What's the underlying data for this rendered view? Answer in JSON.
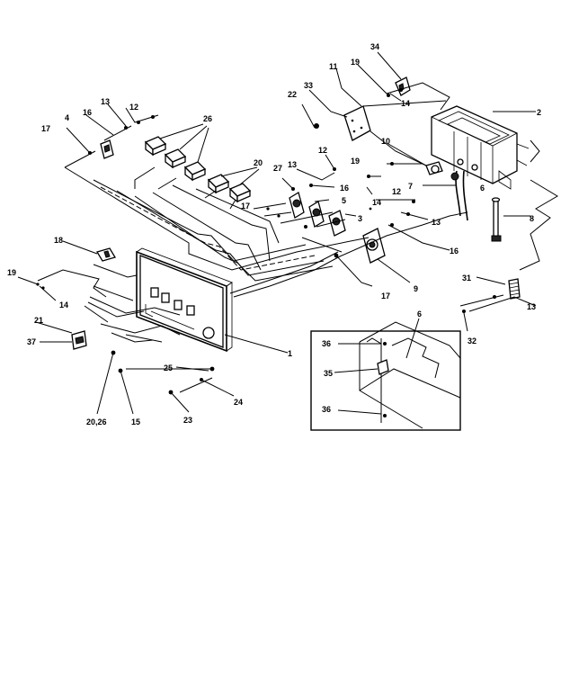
{
  "callouts": [
    {
      "id": "c34",
      "text": "34"
    },
    {
      "id": "c19a",
      "text": "19"
    },
    {
      "id": "c14a",
      "text": "14"
    },
    {
      "id": "c11",
      "text": "11"
    },
    {
      "id": "c33",
      "text": "33"
    },
    {
      "id": "c22a",
      "text": "22"
    },
    {
      "id": "c2",
      "text": "2"
    },
    {
      "id": "c10",
      "text": "10"
    },
    {
      "id": "c13a",
      "text": "13"
    },
    {
      "id": "c12a",
      "text": "12"
    },
    {
      "id": "c16a",
      "text": "16"
    },
    {
      "id": "c4",
      "text": "4"
    },
    {
      "id": "c17a",
      "text": "17"
    },
    {
      "id": "c26",
      "text": "26"
    },
    {
      "id": "c12b",
      "text": "12"
    },
    {
      "id": "c13b",
      "text": "13"
    },
    {
      "id": "c27",
      "text": "27"
    },
    {
      "id": "c16b",
      "text": "16"
    },
    {
      "id": "c5",
      "text": "5"
    },
    {
      "id": "c19b",
      "text": "19"
    },
    {
      "id": "c20",
      "text": "20"
    },
    {
      "id": "c17b",
      "text": "17"
    },
    {
      "id": "c3",
      "text": "3"
    },
    {
      "id": "c14b",
      "text": "14"
    },
    {
      "id": "c7",
      "text": "7"
    },
    {
      "id": "c6a",
      "text": "6"
    },
    {
      "id": "c12c",
      "text": "12"
    },
    {
      "id": "c13c",
      "text": "13"
    },
    {
      "id": "c8",
      "text": "8"
    },
    {
      "id": "c16c",
      "text": "16"
    },
    {
      "id": "c18",
      "text": "18"
    },
    {
      "id": "c19c",
      "text": "19"
    },
    {
      "id": "c14c",
      "text": "14"
    },
    {
      "id": "c9",
      "text": "9"
    },
    {
      "id": "c17c",
      "text": "17"
    },
    {
      "id": "c31",
      "text": "31"
    },
    {
      "id": "c13d",
      "text": "13"
    },
    {
      "id": "c21",
      "text": "21"
    },
    {
      "id": "c37",
      "text": "37"
    },
    {
      "id": "c1",
      "text": "1"
    },
    {
      "id": "c32",
      "text": "32"
    },
    {
      "id": "c6b",
      "text": "6"
    },
    {
      "id": "c36a",
      "text": "36"
    },
    {
      "id": "c35",
      "text": "35"
    },
    {
      "id": "c36b",
      "text": "36"
    },
    {
      "id": "c25",
      "text": "25"
    },
    {
      "id": "c24",
      "text": "24"
    },
    {
      "id": "c23",
      "text": "23"
    },
    {
      "id": "c2026",
      "text": "20,26"
    },
    {
      "id": "c15",
      "text": "15"
    }
  ]
}
